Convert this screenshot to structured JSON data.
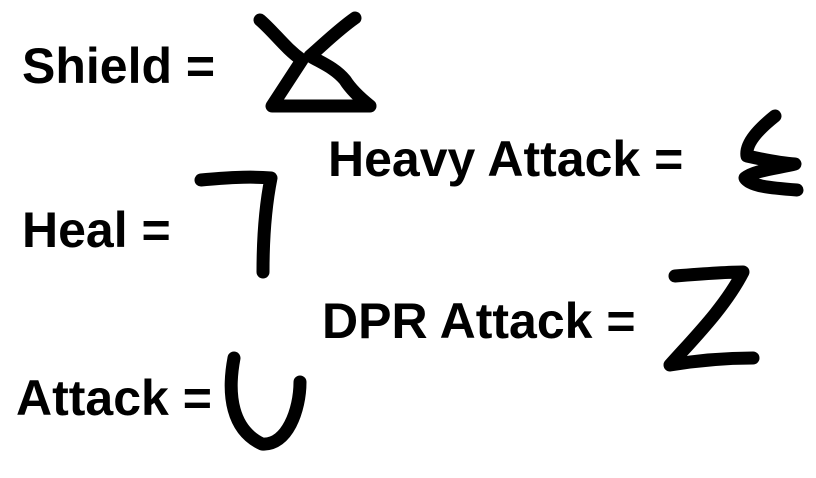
{
  "legend": {
    "shield": {
      "text": "Shield =",
      "symbol_icon": "bowtie-x-triangle-glyph"
    },
    "heavy_attack": {
      "text": "Heavy Attack =",
      "symbol_icon": "epsilon-glyph"
    },
    "heal": {
      "text": "Heal =",
      "symbol_icon": "seven-glyph"
    },
    "dpr_attack": {
      "text": "DPR Attack =",
      "symbol_icon": "z-glyph"
    },
    "attack": {
      "text": "Attack =",
      "symbol_icon": "u-glyph"
    }
  },
  "colors": {
    "background": "#ffffff",
    "ink": "#000000"
  }
}
